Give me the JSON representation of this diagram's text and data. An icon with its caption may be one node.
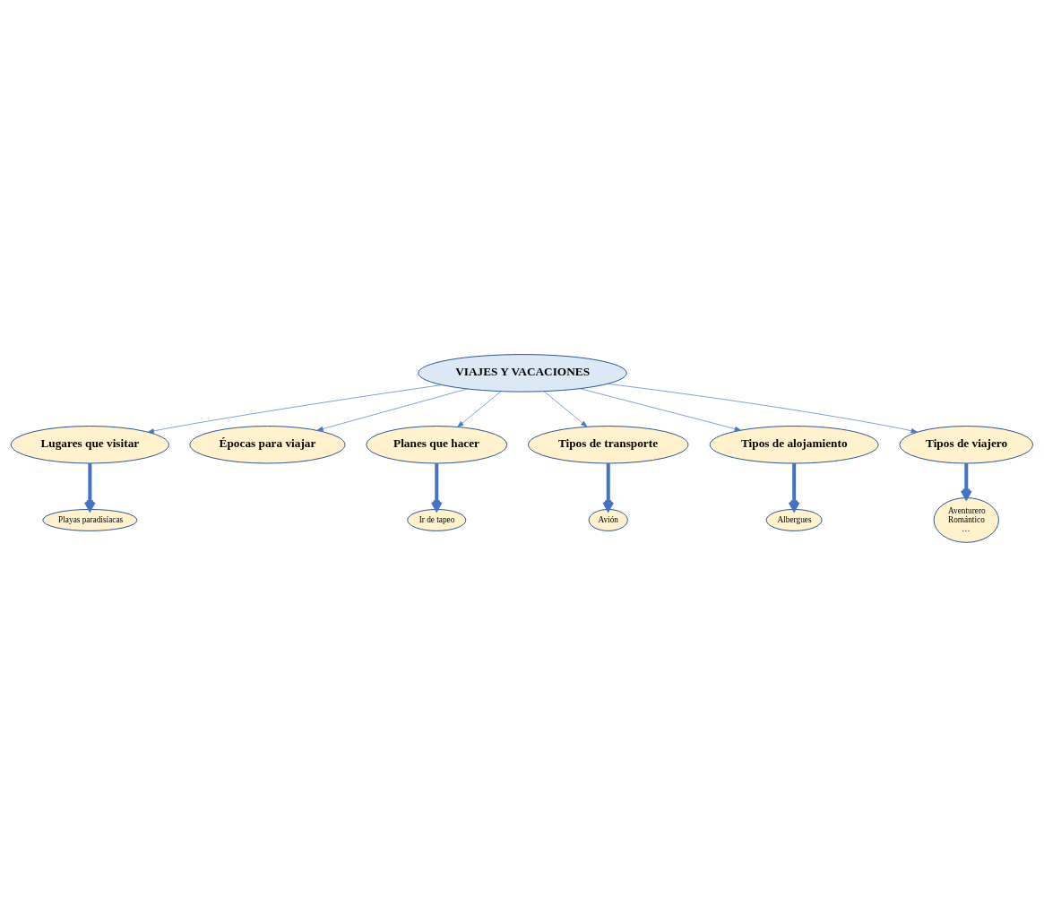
{
  "diagram": {
    "nodes": [
      {
        "text": [
          "VIAJES Y VACACIONES"
        ]
      },
      {
        "text": [
          "Lugares que visitar"
        ]
      },
      {
        "text": [
          "Playas paradisíacas"
        ]
      },
      {
        "text": [
          "Épocas para viajar"
        ]
      },
      {
        "text": [
          "Planes que hacer"
        ]
      },
      {
        "text": [
          "Ir de tapeo"
        ]
      },
      {
        "text": [
          "Tipos de transporte"
        ]
      },
      {
        "text": [
          "Avión"
        ]
      },
      {
        "text": [
          "Tipos de alojamiento"
        ]
      },
      {
        "text": [
          "Albergues"
        ]
      },
      {
        "text": [
          "Tipos de viajero"
        ]
      },
      {
        "text": [
          "Aventurero",
          "Romántico",
          "…"
        ]
      }
    ],
    "edges": [
      {
        "from": 0,
        "to": 1,
        "arrow": "to"
      },
      {
        "from": 0,
        "to": 3,
        "arrow": "to"
      },
      {
        "from": 0,
        "to": 4,
        "arrow": "to"
      },
      {
        "from": 0,
        "to": 6,
        "arrow": "to"
      },
      {
        "from": 0,
        "to": 8,
        "arrow": "to"
      },
      {
        "from": 0,
        "to": 10,
        "arrow": "to"
      },
      {
        "from": 1,
        "to": 2,
        "arrow": "to",
        "style": "thick"
      },
      {
        "from": 4,
        "to": 5,
        "arrow": "to",
        "style": "thick"
      },
      {
        "from": 6,
        "to": 7,
        "arrow": "to",
        "style": "thick"
      },
      {
        "from": 8,
        "to": 9,
        "arrow": "to",
        "style": "thick"
      },
      {
        "from": 10,
        "to": 11,
        "arrow": "to",
        "style": "thick"
      }
    ]
  }
}
